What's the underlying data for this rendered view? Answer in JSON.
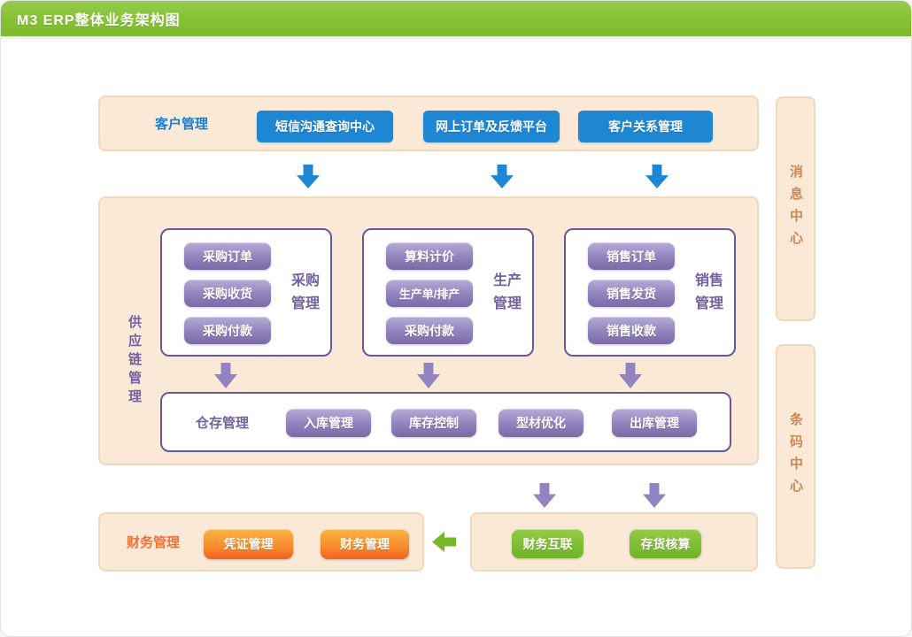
{
  "header": {
    "title": "M3 ERP整体业务架构图"
  },
  "customer_section": {
    "label": "客户管理",
    "buttons": [
      "短信沟通查询中心",
      "网上订单及反馈平台",
      "客户关系管理"
    ]
  },
  "supply_chain": {
    "label": "供应链管理",
    "groups": [
      {
        "label": "采购管理",
        "buttons": [
          "采购订单",
          "采购收货",
          "采购付款"
        ]
      },
      {
        "label": "生产管理",
        "buttons": [
          "算料计价",
          "生产单/排产",
          "采购付款"
        ]
      },
      {
        "label": "销售管理",
        "buttons": [
          "销售订单",
          "销售发货",
          "销售收款"
        ]
      }
    ],
    "warehouse": {
      "label": "仓存管理",
      "buttons": [
        "入库管理",
        "库存控制",
        "型材优化",
        "出库管理"
      ]
    }
  },
  "side_panels": {
    "message_center": "消息中心",
    "barcode_center": "条码中心"
  },
  "finance_section": {
    "label": "财务管理",
    "buttons": [
      "凭证管理",
      "财务管理"
    ]
  },
  "integration_section": {
    "buttons": [
      "财务互联",
      "存货核算"
    ]
  },
  "icons": {
    "down_arrow_blue": "solid down arrow, #1e87d4",
    "down_arrow_purple": "solid down arrow, #9184c0",
    "left_arrow_green": "solid left arrow, #76b82a"
  },
  "colors": {
    "header_green": "#86c135",
    "blue": "#1e87d4",
    "purple_border": "#67589c",
    "purple_label": "#73629f",
    "purple_button_top": "#b6abd8",
    "purple_button_bottom": "#7a69a6",
    "peach_bg": "#fbe9d8",
    "peach_border": "#f3d8bd",
    "orange_label": "#f0713a",
    "orange_button_top": "#fcb441",
    "orange_button_bottom": "#f1611f",
    "green_button_top": "#95cb48",
    "green_button_bottom": "#72b329",
    "side_panel_text": "#cd8a52"
  }
}
